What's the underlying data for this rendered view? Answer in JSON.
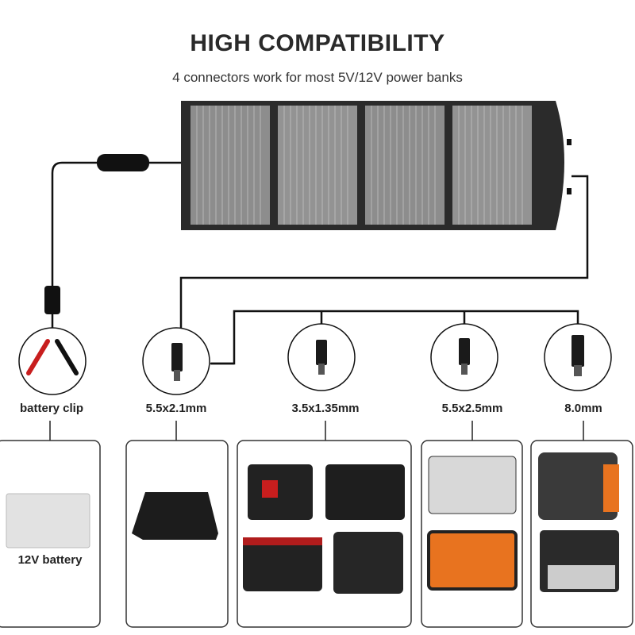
{
  "header": {
    "title": "HIGH COMPATIBILITY",
    "subtitle": "4 connectors work for most 5V/12V power banks"
  },
  "connectors": [
    {
      "label": "battery clip",
      "device": "12V battery"
    },
    {
      "label": "5.5x2.1mm"
    },
    {
      "label": "3.5x1.35mm"
    },
    {
      "label": "5.5x2.5mm"
    },
    {
      "label": "8.0mm"
    }
  ],
  "colors": {
    "panel": "#2b2b2b",
    "cell": "#8a8a8a",
    "orange": "#e8731f",
    "red": "#c81e1e"
  }
}
